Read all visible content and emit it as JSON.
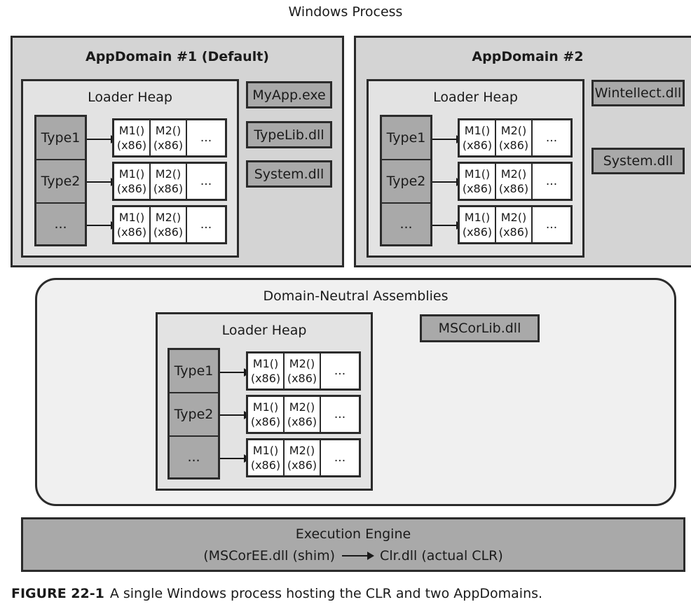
{
  "diagram": {
    "process_title": "Windows Process",
    "appdomains": [
      {
        "title": "AppDomain #1 (Default)",
        "heap_title": "Loader Heap",
        "types": [
          "Type1",
          "Type2",
          "..."
        ],
        "methods": [
          {
            "m1": "M1()",
            "m1_arch": "(x86)",
            "m2": "M2()",
            "m2_arch": "(x86)",
            "more": "..."
          },
          {
            "m1": "M1()",
            "m1_arch": "(x86)",
            "m2": "M2()",
            "m2_arch": "(x86)",
            "more": "..."
          },
          {
            "m1": "M1()",
            "m1_arch": "(x86)",
            "m2": "M2()",
            "m2_arch": "(x86)",
            "more": "..."
          }
        ],
        "assemblies": [
          "MyApp.exe",
          "TypeLib.dll",
          "System.dll"
        ]
      },
      {
        "title": "AppDomain #2",
        "heap_title": "Loader Heap",
        "types": [
          "Type1",
          "Type2",
          "..."
        ],
        "methods": [
          {
            "m1": "M1()",
            "m1_arch": "(x86)",
            "m2": "M2()",
            "m2_arch": "(x86)",
            "more": "..."
          },
          {
            "m1": "M1()",
            "m1_arch": "(x86)",
            "m2": "M2()",
            "m2_arch": "(x86)",
            "more": "..."
          },
          {
            "m1": "M1()",
            "m1_arch": "(x86)",
            "m2": "M2()",
            "m2_arch": "(x86)",
            "more": "..."
          }
        ],
        "assemblies": [
          "Wintellect.dll",
          "System.dll"
        ]
      }
    ],
    "neutral": {
      "title": "Domain-Neutral Assemblies",
      "heap_title": "Loader Heap",
      "types": [
        "Type1",
        "Type2",
        "..."
      ],
      "methods": [
        {
          "m1": "M1()",
          "m1_arch": "(x86)",
          "m2": "M2()",
          "m2_arch": "(x86)",
          "more": "..."
        },
        {
          "m1": "M1()",
          "m1_arch": "(x86)",
          "m2": "M2()",
          "m2_arch": "(x86)",
          "more": "..."
        },
        {
          "m1": "M1()",
          "m1_arch": "(x86)",
          "m2": "M2()",
          "m2_arch": "(x86)",
          "more": "..."
        }
      ],
      "assemblies": [
        "MSCorLib.dll"
      ]
    },
    "engine": {
      "title": "Execution Engine",
      "shim": "(MSCorEE.dll (shim)",
      "clr": "Clr.dll (actual CLR)"
    },
    "caption": {
      "label": "FIGURE 22-1",
      "text": "A single Windows process hosting the CLR and two AppDomains."
    }
  },
  "colors": {
    "domain_fill": "#d4d4d4",
    "heap_fill": "#e3e3e3",
    "dark_fill": "#a9a9a9",
    "neutral_fill": "#f0f0f0",
    "border": "#2b2b2b"
  }
}
